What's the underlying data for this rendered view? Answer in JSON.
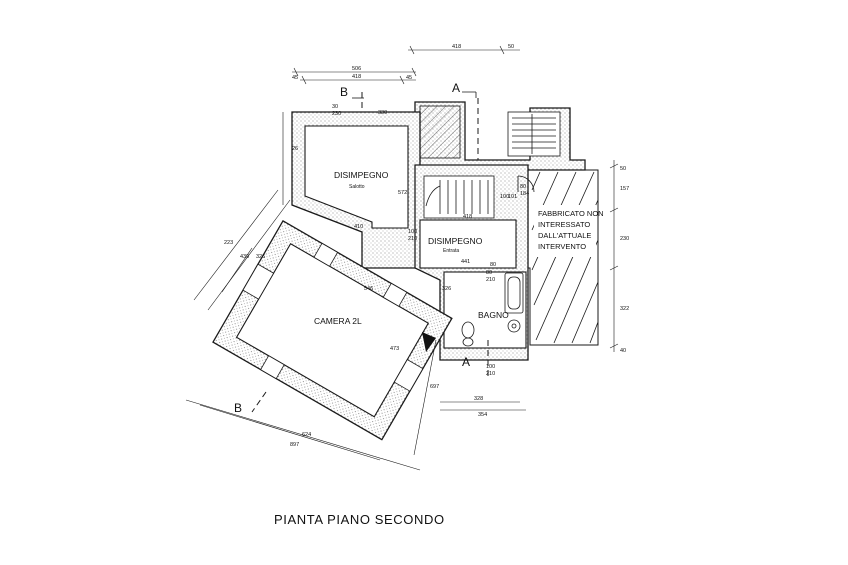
{
  "title": "PIANTA PIANO SECONDO",
  "rooms": {
    "disimpegno_top": "DISIMPEGNO",
    "disimpegno_top_sub": "Salotto",
    "disimpegno_mid": "DISIMPEGNO",
    "disimpegno_mid_sub": "Entrata",
    "camera": "CAMERA 2L",
    "bagno": "BAGNO"
  },
  "note": {
    "line1": "FABBRICATO NON",
    "line2": "INTERESSATO",
    "line3": "DALL'ATTUALE",
    "line4": "INTERVENTO"
  },
  "sections": {
    "a_top": "A",
    "a_bottom": "A",
    "b_top": "B",
    "b_bottom": "B"
  },
  "dims": {
    "d418_top": "418",
    "d50_top": "50",
    "d506": "506",
    "d45a": "45",
    "d418_b": "418",
    "d45b": "45",
    "d30": "30",
    "d230": "230",
    "d330": "330",
    "d26": "26",
    "d572": "572",
    "d410": "410",
    "d100_210": "100",
    "d210": "210",
    "d418_mid": "418",
    "d441": "441",
    "d80": "80",
    "d100_101": "100",
    "d101": "101",
    "d80_b": "80",
    "d184": "184",
    "d50_right": "50",
    "d157": "157",
    "d230_right": "230",
    "d322": "322",
    "d40_right": "40",
    "d223": "223",
    "d439": "439",
    "d326_left": "326",
    "d546": "546",
    "d473": "473",
    "d326_mid": "326",
    "d328": "328",
    "d354": "354",
    "d697": "697",
    "d624": "624",
    "d897": "897",
    "d80_bagno": "80",
    "d210_bagno": "210",
    "d100_bottom": "100",
    "d210_bottom": "210"
  }
}
